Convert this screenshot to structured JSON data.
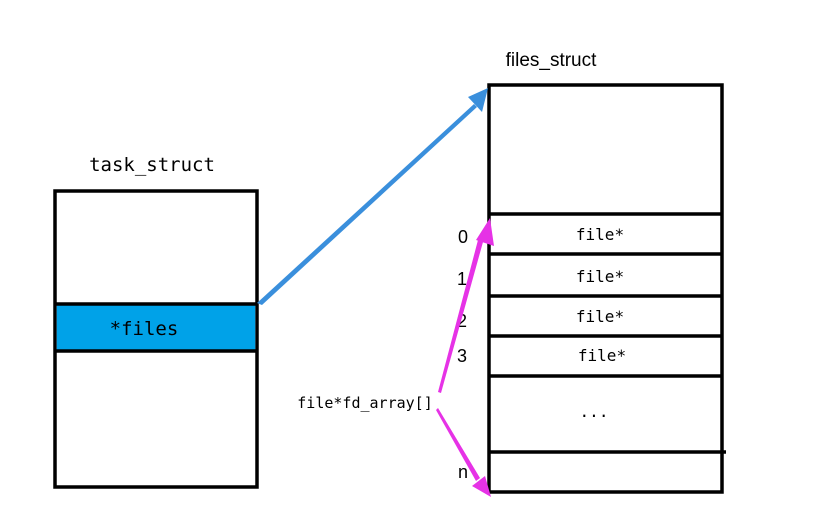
{
  "task_struct": {
    "title": "task_struct",
    "field_label": "*files"
  },
  "files_struct": {
    "title": "files_struct",
    "slots": [
      {
        "index": "0",
        "label": "file*"
      },
      {
        "index": "1",
        "label": "file*"
      },
      {
        "index": "2",
        "label": "file*"
      },
      {
        "index": "3",
        "label": "file*"
      },
      {
        "index": "",
        "label": "..."
      },
      {
        "index": "n",
        "label": ""
      }
    ]
  },
  "fd_array_label": "file*fd_array[]",
  "colors": {
    "outline": "#000000",
    "highlight": "#00a2e8",
    "pointer_arrow": "#3a8fdc",
    "array_arrow": "#e632e6"
  }
}
